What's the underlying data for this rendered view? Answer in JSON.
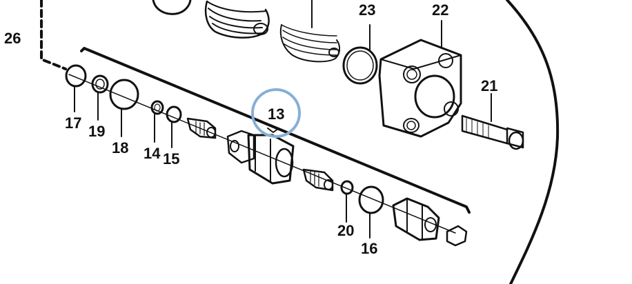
{
  "diagram": {
    "labels": [
      "26",
      "23",
      "22",
      "21",
      "17",
      "19",
      "18",
      "14",
      "15",
      "13",
      "20",
      "16"
    ]
  },
  "colors": {
    "line": "#111111",
    "highlight": "#87afd6",
    "background": "#ffffff"
  }
}
